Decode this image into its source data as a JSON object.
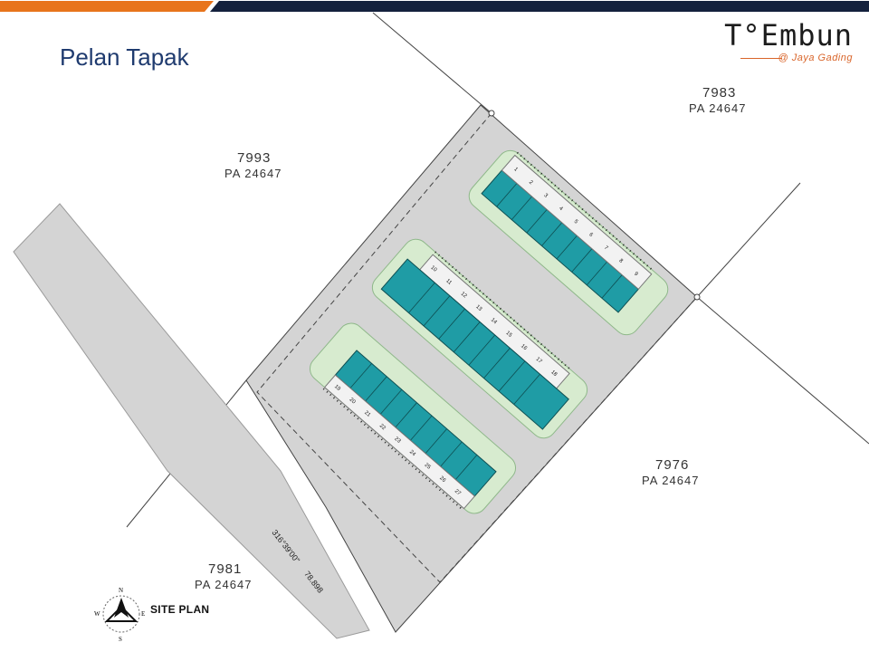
{
  "slide": {
    "title": "Pelan Tapak",
    "colors": {
      "navy": "#14213d",
      "orange": "#e8741c",
      "title": "#1f3b6f",
      "house": "#1f9ca5",
      "grass": "#d7ebcf",
      "road": "#d4d4d4"
    }
  },
  "logo": {
    "main": "T°Embun",
    "sub": "@ Jaya Gading"
  },
  "lots": [
    {
      "number": "7993",
      "pa": "PA 24647"
    },
    {
      "number": "7983",
      "pa": "PA 24647"
    },
    {
      "number": "7976",
      "pa": "PA 24647"
    },
    {
      "number": "7981",
      "pa": "PA 24647"
    }
  ],
  "units": {
    "block_a": [
      "1",
      "2",
      "3",
      "4",
      "5",
      "6",
      "7",
      "8",
      "9"
    ],
    "block_b": [
      "10",
      "11",
      "12",
      "13",
      "14",
      "15",
      "16",
      "17",
      "18"
    ],
    "block_c": [
      "19",
      "20",
      "21",
      "22",
      "23",
      "24",
      "25",
      "26",
      "27"
    ]
  },
  "survey": {
    "bearing": "316°39'00\"",
    "distance": "78.898"
  },
  "legend": {
    "label": "SITE PLAN",
    "compass": [
      "N",
      "E",
      "S",
      "W"
    ]
  }
}
